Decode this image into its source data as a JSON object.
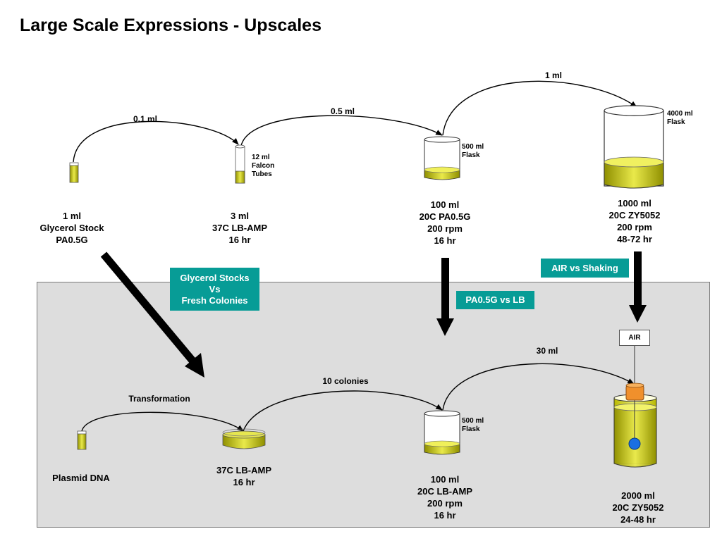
{
  "title": "Large Scale Expressions - Upscales",
  "top_row": {
    "steps": [
      {
        "lines": [
          "1 ml",
          "Glycerol Stock",
          "PA0.5G"
        ]
      },
      {
        "lines": [
          "3 ml",
          "37C LB-AMP",
          "16 hr"
        ]
      },
      {
        "lines": [
          "100 ml",
          "20C PA0.5G",
          "200 rpm",
          "16 hr"
        ]
      },
      {
        "lines": [
          "1000 ml",
          "20C ZY5052",
          "200 rpm",
          "48-72 hr"
        ]
      }
    ],
    "transfers": [
      "0.1 ml",
      "0.5 ml",
      "1 ml"
    ],
    "vessel_labels": {
      "tube": [
        "12 ml",
        "Falcon",
        "Tubes"
      ],
      "flask_500": [
        "500 ml",
        "Flask"
      ],
      "flask_4000": [
        "4000 ml",
        "Flask"
      ]
    }
  },
  "bottom_row": {
    "steps": [
      {
        "lines": [
          "Plasmid DNA"
        ]
      },
      {
        "lines": [
          "37C LB-AMP",
          "16 hr"
        ]
      },
      {
        "lines": [
          "100 ml",
          "20C LB-AMP",
          "200 rpm",
          "16 hr"
        ]
      },
      {
        "lines": [
          "2000 ml",
          "20C ZY5052",
          "24-48 hr"
        ]
      }
    ],
    "transfers": [
      "Transformation",
      "10 colonies",
      "30 ml"
    ],
    "vessel_labels": {
      "flask_500": [
        "500 ml",
        "Flask"
      ]
    }
  },
  "comparisons": [
    {
      "lines": [
        "Glycerol Stocks",
        "Vs",
        "Fresh Colonies"
      ]
    },
    {
      "lines": [
        "PA0.5G vs LB"
      ]
    },
    {
      "lines": [
        "AIR vs Shaking"
      ]
    }
  ],
  "air_label": "AIR",
  "colors": {
    "accent_teal": "#079c96",
    "culture_yellow": "#d8d800",
    "culture_dark": "#8a8a00",
    "panel_gray": "#dddddd",
    "air_stopper": "#f0902c",
    "air_stone": "#1a6fe0"
  }
}
